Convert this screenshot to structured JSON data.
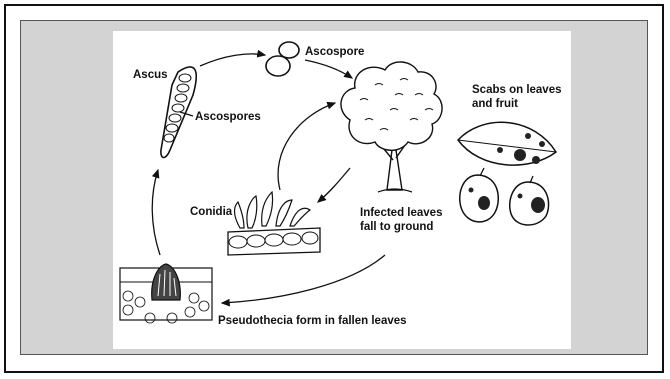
{
  "diagram": {
    "labels": {
      "ascus": "Ascus",
      "ascospore": "Ascospore",
      "ascospores": "Ascospores",
      "scabs_line1": "Scabs on leaves",
      "scabs_line2": "and fruit",
      "conidia": "Conidia",
      "infected_line1": "Infected leaves",
      "infected_line2": "fall to ground",
      "pseudothecia": "Pseudothecia form in fallen leaves"
    },
    "colors": {
      "frame": "#111111",
      "panel": "#d3d3d3",
      "card": "#ffffff",
      "ink": "#111111"
    }
  }
}
